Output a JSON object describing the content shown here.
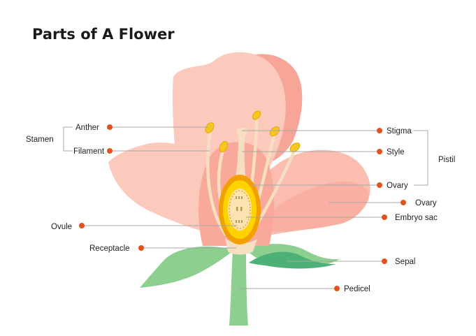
{
  "title": "Parts of A Flower",
  "labels": {
    "anther": "Anther",
    "filament": "Filament",
    "stamen": "Stamen",
    "ovule": "Ovule",
    "receptacle": "Receptacle",
    "stigma": "Stigma",
    "style": "Style",
    "ovary_pistil": "Ovary",
    "pistil": "Pistil",
    "ovary_petal": "Ovary",
    "embryo_sac": "Embryo sac",
    "sepal": "Sepal",
    "pedicel": "Pedicel"
  },
  "colors": {
    "petal_light": "#fcc9bd",
    "petal_mid": "#f9b3a5",
    "petal_dark": "#f59c8f",
    "stem": "#8ccf8e",
    "sepal_dark": "#4db076",
    "stamen_cream": "#f6dfc0",
    "anther_yellow": "#f5c721",
    "ovary_orange": "#f0a000",
    "ovary_yellow": "#ffd200",
    "ovary_inner": "#fbe3b2",
    "dot": "#e2521d",
    "leader": "#a7a7a7"
  }
}
